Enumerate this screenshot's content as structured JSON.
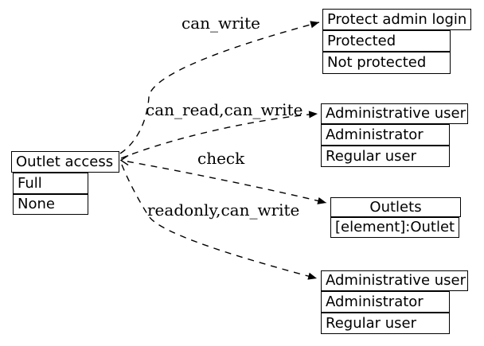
{
  "diagram": {
    "background_color": "#ffffff",
    "line_color": "#000000",
    "text_color": "#000000",
    "box_fill": "#ffffff",
    "nodes": [
      {
        "id": "outlet-access",
        "title": "Outlet access",
        "rows": [
          "Full",
          "None"
        ]
      },
      {
        "id": "protect-admin-login",
        "title": "Protect admin login",
        "rows": [
          "Protected",
          "Not protected"
        ]
      },
      {
        "id": "administrative-user-1",
        "title": "Administrative user",
        "rows": [
          "Administrator",
          "Regular user"
        ]
      },
      {
        "id": "outlets",
        "title": "Outlets",
        "rows": [
          "[element]:Outlet"
        ]
      },
      {
        "id": "administrative-user-2",
        "title": "Administrative user",
        "rows": [
          "Administrator",
          "Regular user"
        ]
      }
    ],
    "edges": [
      {
        "label": "can_write",
        "from": "outlet-access",
        "to": "protect-admin-login",
        "style": "dashed",
        "arrowhead": "filled"
      },
      {
        "label": "can_read,can_write",
        "from": "outlet-access",
        "to": "administrative-user-1",
        "style": "dashed",
        "arrowhead": "filled"
      },
      {
        "label": "check",
        "from": "outlet-access",
        "to": "outlets",
        "style": "dashed",
        "arrowhead": "filled",
        "arrowtail": "vee",
        "bidirectional": true
      },
      {
        "label": "readonly,can_write",
        "from": "outlet-access",
        "to": "administrative-user-2",
        "style": "dashed",
        "arrowhead": "filled"
      }
    ]
  }
}
